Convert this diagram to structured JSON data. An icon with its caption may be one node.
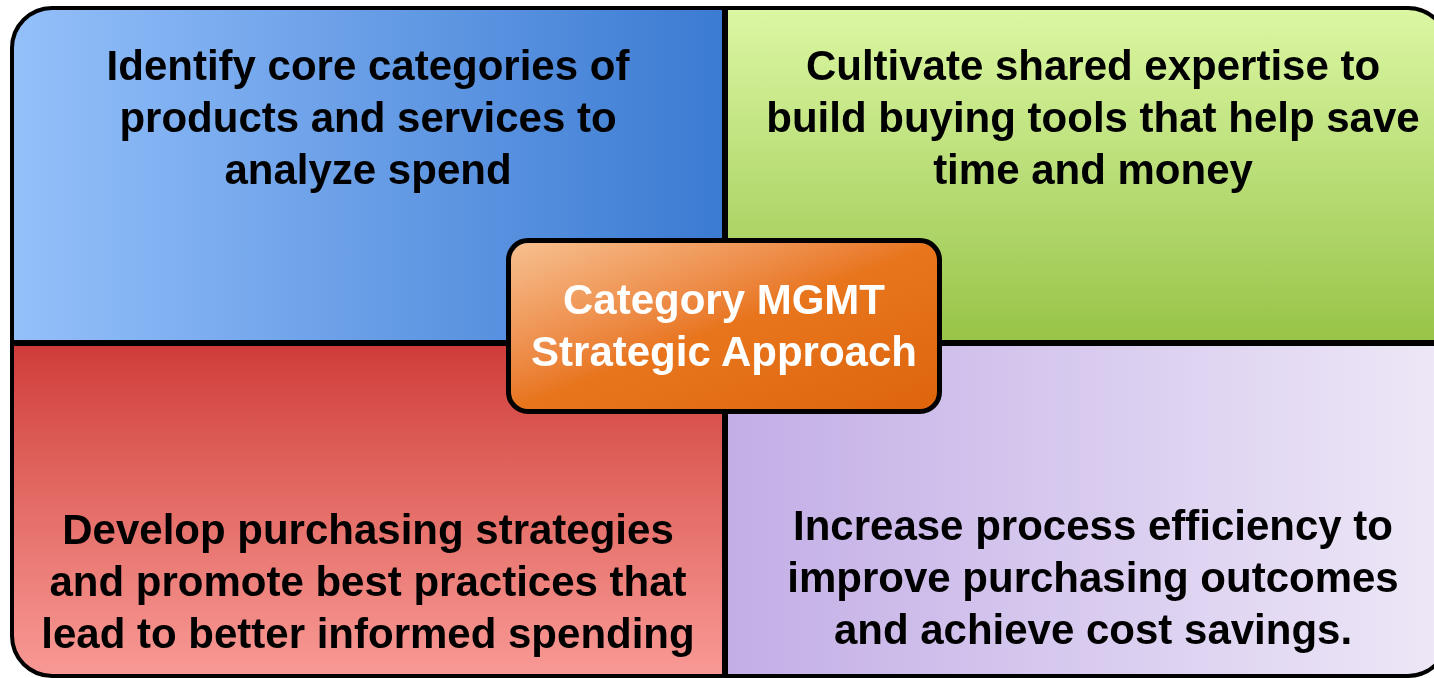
{
  "diagram": {
    "nodes": [
      {
        "text": [
          "Identify core categories of products and services to analyze spend"
        ]
      },
      {
        "text": [
          "Cultivate shared expertise to build buying tools that help save time and money"
        ]
      },
      {
        "text": [
          "Develop purchasing strategies and promote best practices that lead to better informed spending"
        ]
      },
      {
        "text": [
          "Increase process efficiency to improve purchasing outcomes and achieve cost savings."
        ]
      },
      {
        "text": [
          "Category MGMT Strategic Approach"
        ]
      }
    ]
  }
}
